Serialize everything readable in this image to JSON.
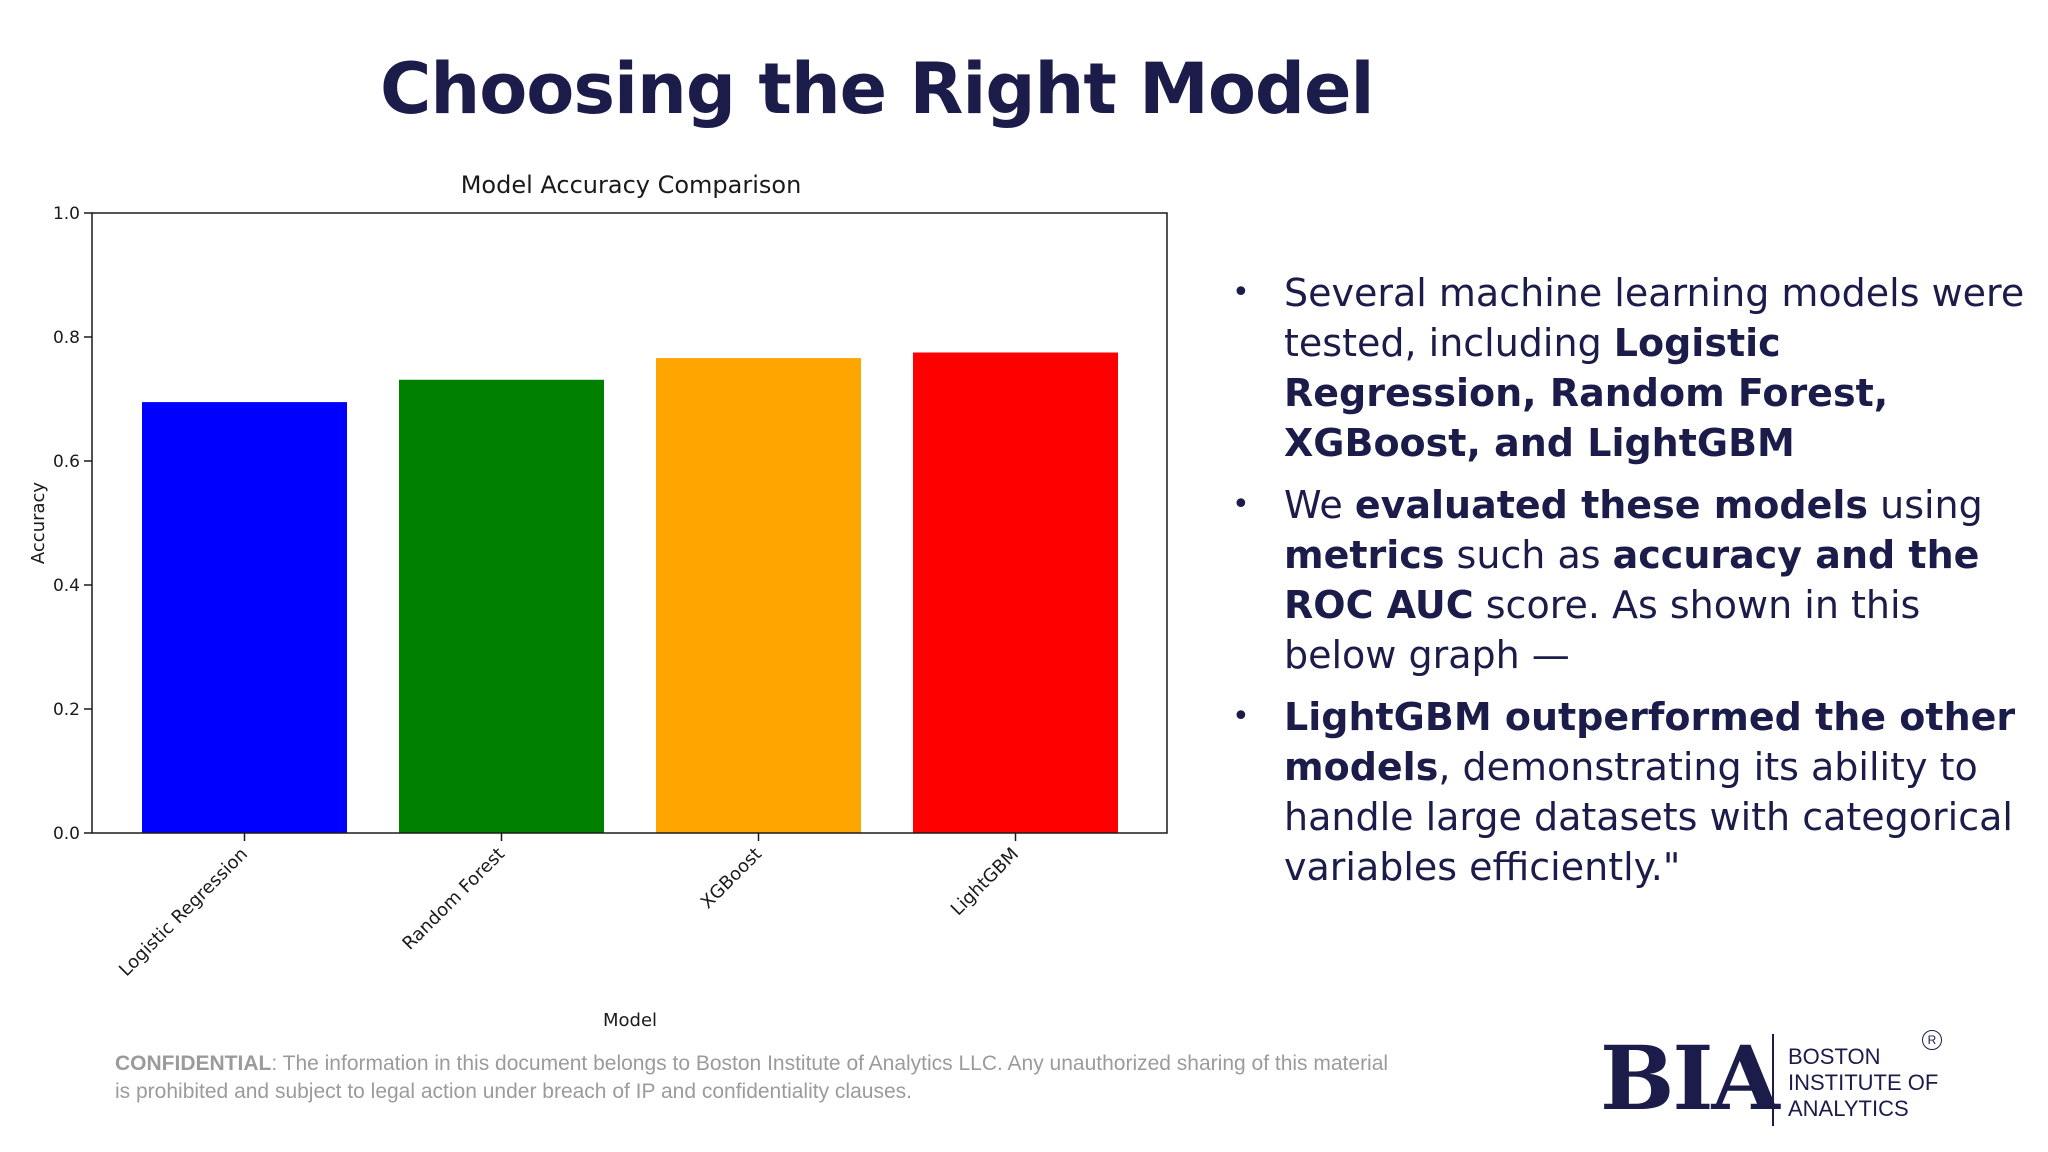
{
  "slide": {
    "title": "Choosing the Right Model"
  },
  "chart_data": {
    "type": "bar",
    "title": "Model Accuracy Comparison",
    "xlabel": "Model",
    "ylabel": "Accuracy",
    "categories": [
      "Logistic Regression",
      "Random Forest",
      "XGBoost",
      "LightGBM"
    ],
    "values": [
      0.695,
      0.731,
      0.766,
      0.775
    ],
    "colors": [
      "#0000ff",
      "#008000",
      "#ffa500",
      "#ff0000"
    ],
    "ylim": [
      0,
      1.0
    ],
    "yticks": [
      "0.0",
      "0.2",
      "0.4",
      "0.6",
      "0.8",
      "1.0"
    ],
    "grid": false
  },
  "bullets": [
    {
      "segments": [
        {
          "text": "Several machine learning models were tested, including ",
          "bold": false
        },
        {
          "text": "Logistic Regression, Random Forest, XGBoost, and LightGBM",
          "bold": true
        }
      ]
    },
    {
      "segments": [
        {
          "text": "We ",
          "bold": false
        },
        {
          "text": "evaluated these models",
          "bold": true
        },
        {
          "text": " using ",
          "bold": false
        },
        {
          "text": "metrics",
          "bold": true
        },
        {
          "text": " such as ",
          "bold": false
        },
        {
          "text": "accuracy and the ROC AUC",
          "bold": true
        },
        {
          "text": " score. As shown in this below graph —",
          "bold": false
        }
      ]
    },
    {
      "segments": [
        {
          "text": "LightGBM outperformed the other models",
          "bold": true
        },
        {
          "text": ", demonstrating its ability to handle large datasets with categorical variables efficiently.\"",
          "bold": false
        }
      ]
    }
  ],
  "footer": {
    "confidential_label": "CONFIDENTIAL",
    "confidential_text": ": The information in this document belongs to Boston Institute of Analytics LLC. Any unauthorized sharing of this material is prohibited and subject to legal action under breach of IP and confidentiality clauses."
  },
  "logo": {
    "mark": "BIA",
    "lines": [
      "BOSTON",
      "INSTITUTE OF",
      "ANALYTICS"
    ],
    "registered": "R"
  }
}
